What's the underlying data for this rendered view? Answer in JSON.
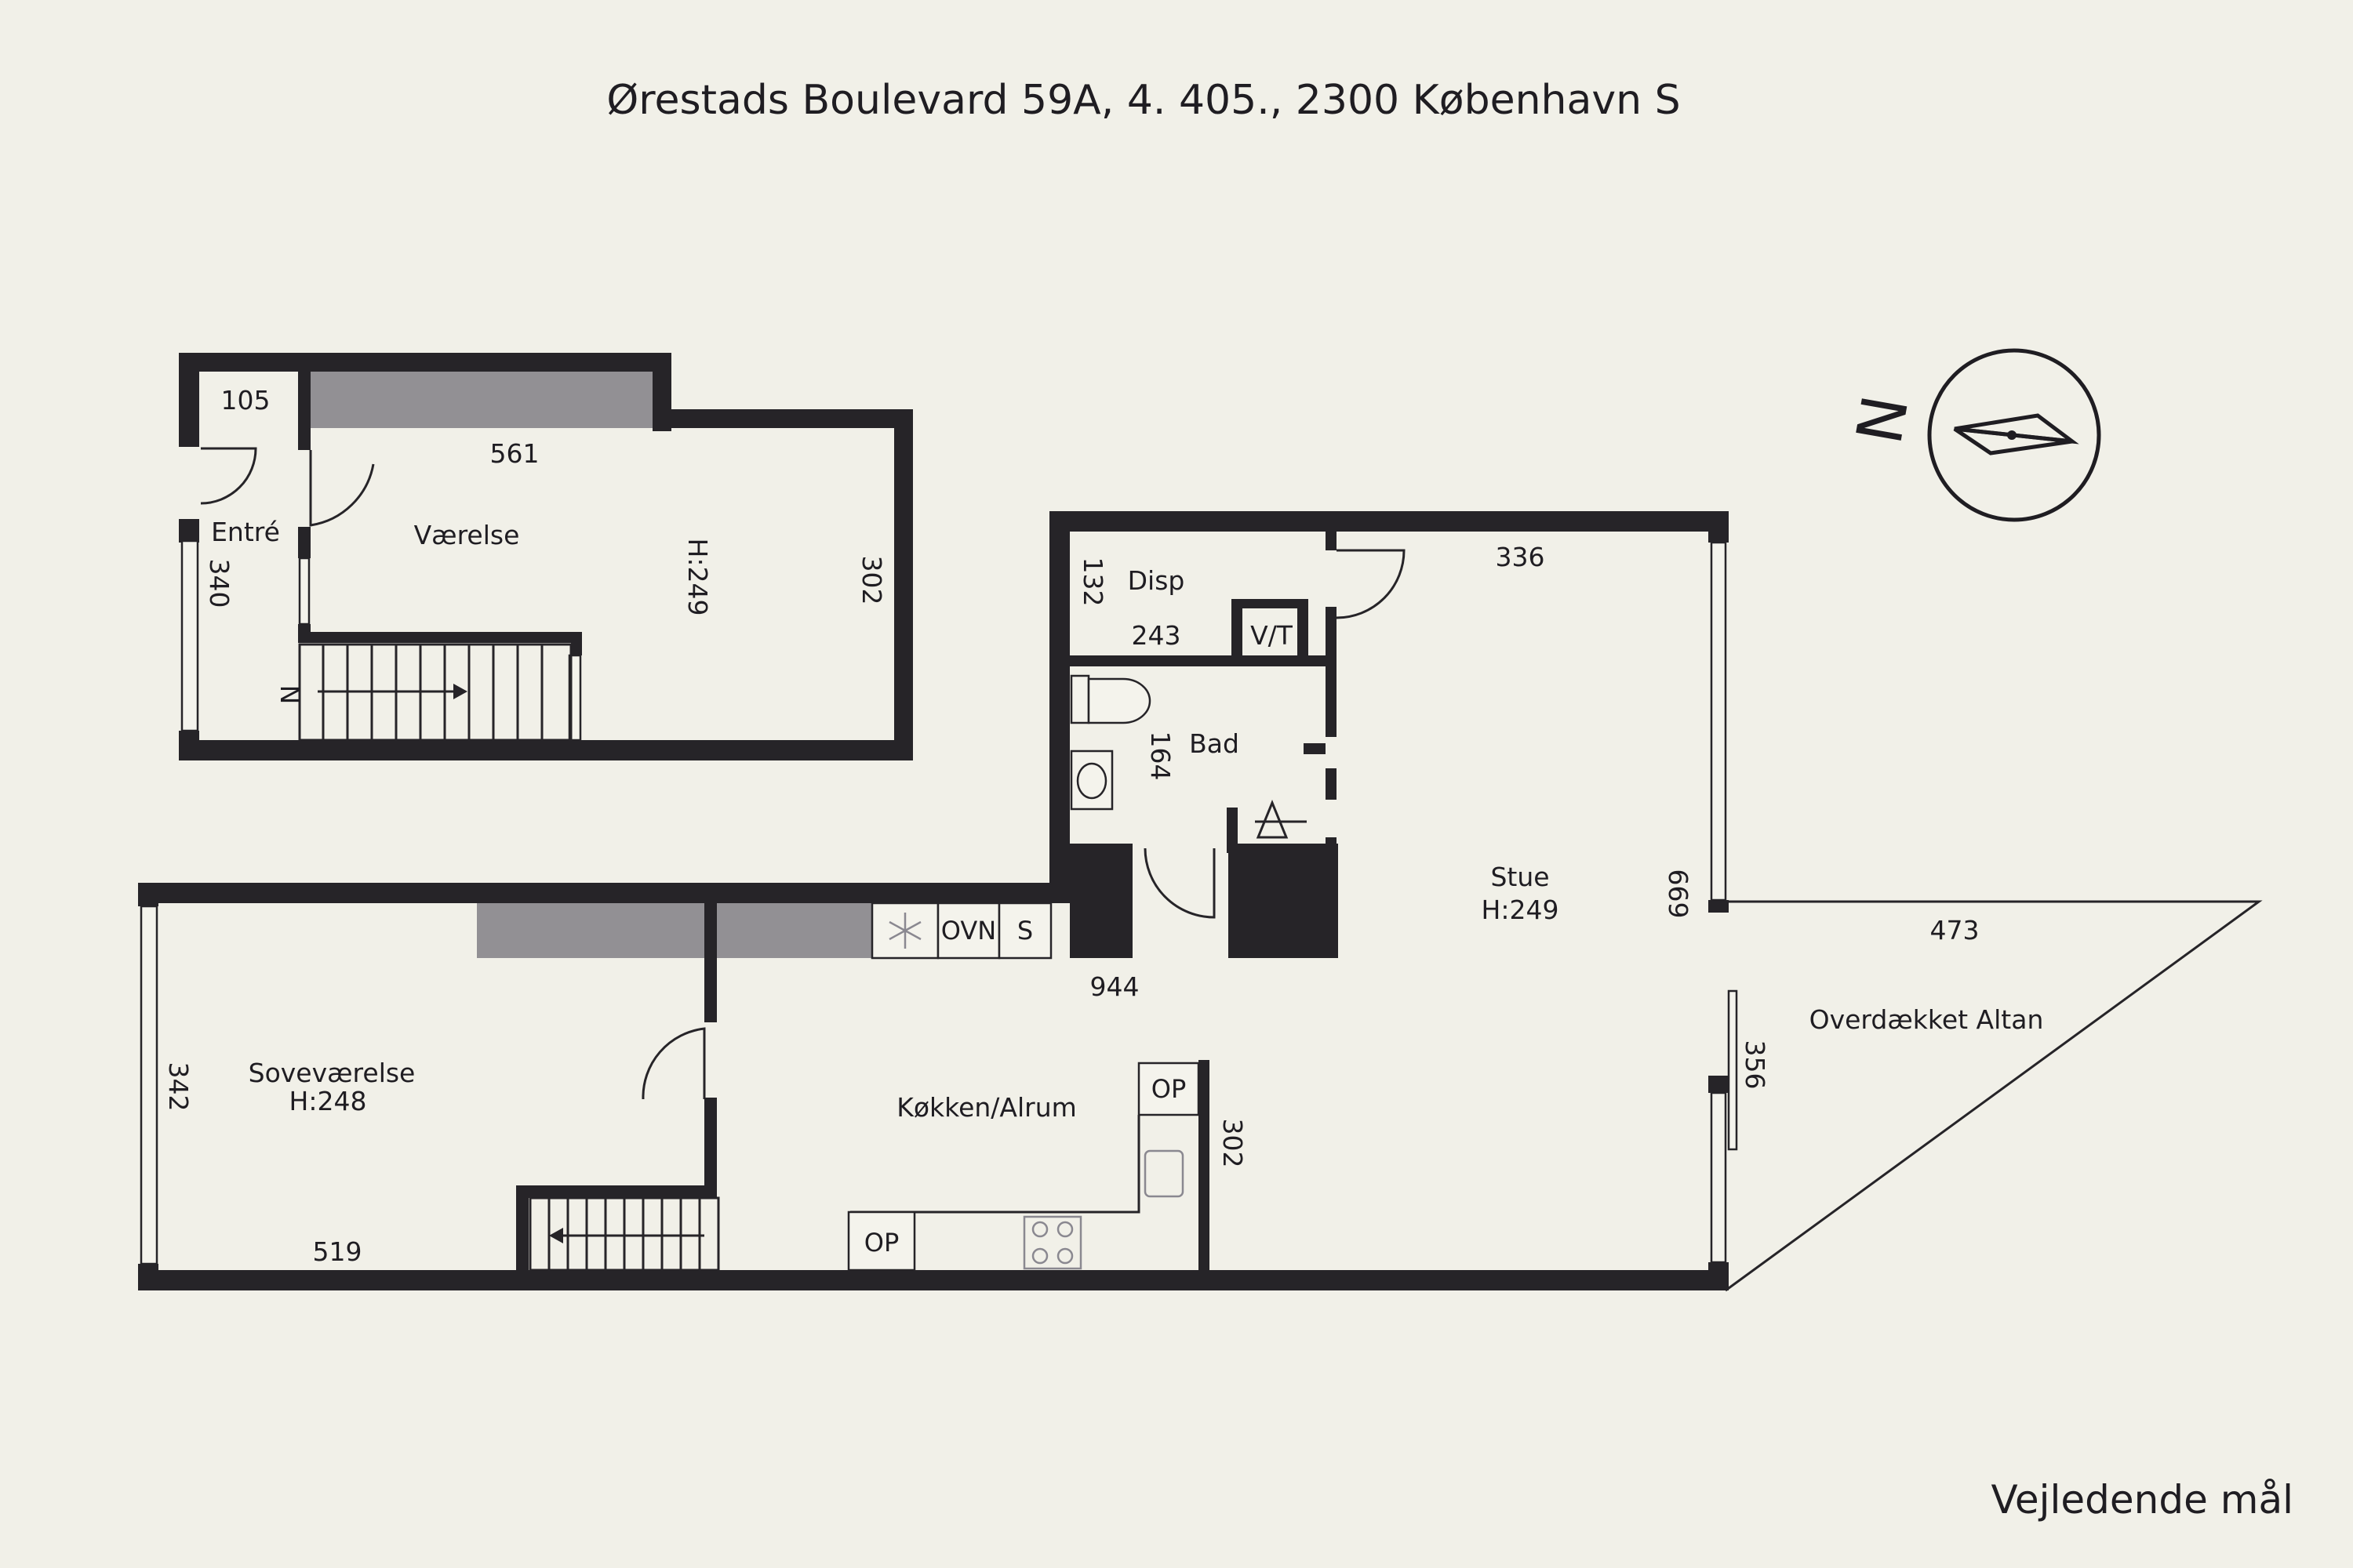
{
  "title": "Ørestads Boulevard 59A, 4. 405., 2300 København S",
  "footer_note": "Vejledende mål",
  "compass": {
    "letter": "N"
  },
  "upper_floor": {
    "entre": {
      "name": "Entré",
      "width": "105",
      "depth": "340"
    },
    "vaerelse": {
      "name": "Værelse",
      "width": "561",
      "depth": "302",
      "height": "H:249"
    },
    "stair_label": "N"
  },
  "lower_floor": {
    "disp": {
      "name": "Disp",
      "width": "243",
      "depth": "132"
    },
    "vt": "V/T",
    "bad": {
      "name": "Bad",
      "depth": "164"
    },
    "stue": {
      "name": "Stue",
      "height": "H:249",
      "width": "336",
      "depth": "669"
    },
    "overall_width": "944",
    "sovevaerelse": {
      "name": "Soveværelse",
      "height": "H:248",
      "width": "519",
      "depth": "342"
    },
    "kokken": {
      "name": "Køkken/Alrum",
      "depth": "302"
    },
    "appliances": {
      "ovn": "OVN",
      "s": "S",
      "op_top": "OP",
      "op_bottom": "OP"
    },
    "altan": {
      "name": "Overdækket Altan",
      "width": "473",
      "depth": "356"
    }
  }
}
